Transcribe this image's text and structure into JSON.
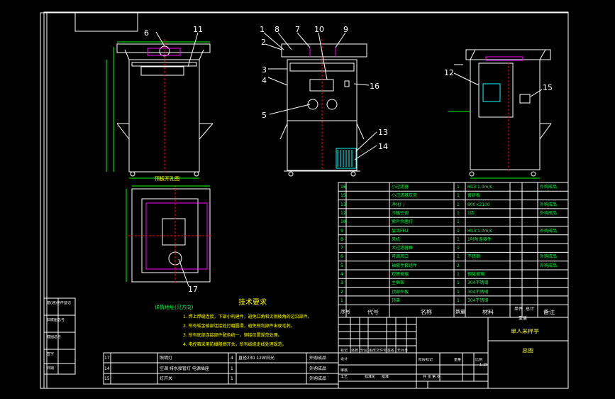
{
  "colors": {
    "background": "#000000",
    "frame": "#ffffff",
    "outline": "#ffffff",
    "dimension": "#00ff00",
    "centerline": "#ff0000",
    "magenta": "#ff00ff",
    "cyan": "#00ffff",
    "yellow": "#ffff00",
    "table_text": "#00ff40"
  },
  "balloons": {
    "front": [
      "6",
      "11"
    ],
    "side": [
      "1",
      "8",
      "7",
      "10",
      "9",
      "2",
      "3",
      "4",
      "5",
      "16",
      "13",
      "14"
    ],
    "right": [
      "12",
      "15"
    ],
    "plan": [
      "17"
    ]
  },
  "plan_view_title": "顶板开孔图",
  "bottom_note": "详情地址(只方向)",
  "tech": {
    "title": "技术要求",
    "lines": [
      "1. 焊上焊缝连接，下部小构建件，避免口角和尖锐棱角的边沿部件。",
      "2. 所有钣金棱部连接处打磨圆滑，避免锐利部件出现毛刺。",
      "3. 所有底部连接部件配色统一，铆接位置规范处理。",
      "4. 电控箱采用防爆阻燃开关，所有线缆走线处理规范。"
    ]
  },
  "bom_upper": [
    {
      "no": "16",
      "name": "小过滤器",
      "qty": "1",
      "mat": "H13 1.0m/s",
      "remark": "外购成品"
    },
    {
      "no": "15",
      "name": "小过滤器灰壳",
      "qty": "1",
      "mat": "镀锌板",
      "remark": ""
    },
    {
      "no": "13",
      "name": "净化门",
      "qty": "1",
      "mat": "800×2100",
      "remark": "外购成品"
    },
    {
      "no": "12",
      "name": "冷暖空调",
      "qty": "1",
      "mat": "1匹",
      "remark": "外购成品"
    },
    {
      "no": "10",
      "name": "紫外杀菌灯",
      "qty": "1",
      "mat": "",
      "remark": ""
    },
    {
      "no": "9",
      "name": "层流FFU",
      "qty": "1",
      "mat": "H13 1.0m/s",
      "remark": "外购成品"
    },
    {
      "no": "8",
      "name": "风机",
      "qty": "1",
      "mat": "1吋附连接件",
      "remark": ""
    },
    {
      "no": "7",
      "name": "大过滤器框",
      "qty": "1",
      "mat": "",
      "remark": ""
    },
    {
      "no": "6",
      "name": "可调风口",
      "qty": "1",
      "mat": "不锈钢",
      "remark": "外购成品"
    },
    {
      "no": "5",
      "name": "袖套手套组件",
      "qty": "2",
      "mat": "",
      "remark": "外购成品"
    },
    {
      "no": "4",
      "name": "观察玻璃",
      "qty": "1",
      "mat": "钢化玻璃",
      "remark": ""
    },
    {
      "no": "3",
      "name": "主框架",
      "qty": "1",
      "mat": "304不锈钢",
      "remark": ""
    },
    {
      "no": "2",
      "name": "顶部外板",
      "qty": "1",
      "mat": "304不锈钢",
      "remark": ""
    },
    {
      "no": "1",
      "name": "顶罩",
      "qty": "1",
      "mat": "304不锈钢",
      "remark": ""
    }
  ],
  "bom_header": {
    "no": "序号",
    "code": "代号",
    "name": "名称",
    "qty": "数量",
    "mat": "材料",
    "unit": "单件",
    "total": "总计",
    "weight": "重量",
    "remark": "备注"
  },
  "bom_lower": [
    {
      "no": "17",
      "name": "照明灯",
      "qty": "4",
      "mat": "直径230  12W白光",
      "remark": "外购成品"
    },
    {
      "no": "14",
      "name": "空调  排水接管灯  电源插座",
      "qty": "1",
      "mat": "",
      "remark": "外购成品"
    },
    {
      "no": "15",
      "name": "灯开关",
      "qty": "1",
      "mat": "",
      "remark": "外购成品"
    }
  ],
  "title_block": {
    "drawing_name": "单人采样亭",
    "sub_name": "总图",
    "scale": "1:15",
    "sign_rows": [
      "标记",
      "处数",
      "分区",
      "更改文件号",
      "签名",
      "年月日"
    ],
    "left_labels": [
      "设计",
      "审核",
      "工艺",
      "标准化",
      "批准"
    ],
    "stage": "阶段标记",
    "weight": "重量",
    "ratio": "比例",
    "sheets": "共 张  第 张"
  },
  "left_strip": [
    "借(通)用件登记",
    "旧底图总号",
    "底图总号",
    "签字",
    "日期"
  ]
}
